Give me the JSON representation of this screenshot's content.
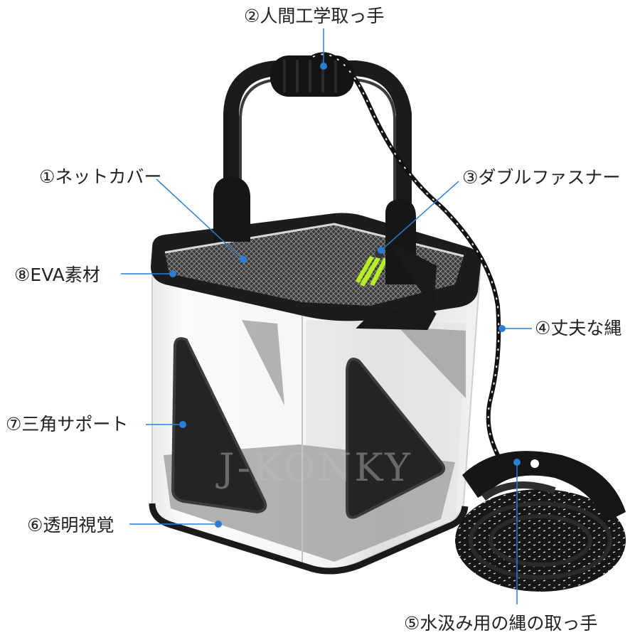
{
  "labels": {
    "handle": "②人間工学取っ手",
    "net_cover": "①ネットカバー",
    "zipper": "③ダブルファスナー",
    "eva": "⑧EVA素材",
    "rope": "④丈夫な縄",
    "support": "⑦三角サポート",
    "transparent": "⑥透明視覚",
    "rope_handle": "⑤水汲み用の縄の取っ手"
  },
  "watermark": "J-KONKY",
  "colors": {
    "leader_line": "#2a7fd4",
    "marker_dot": "#2a7fd4",
    "text": "#222222",
    "bucket_trim": "#1a1a1a",
    "zipper_pull": "#b6f022"
  }
}
